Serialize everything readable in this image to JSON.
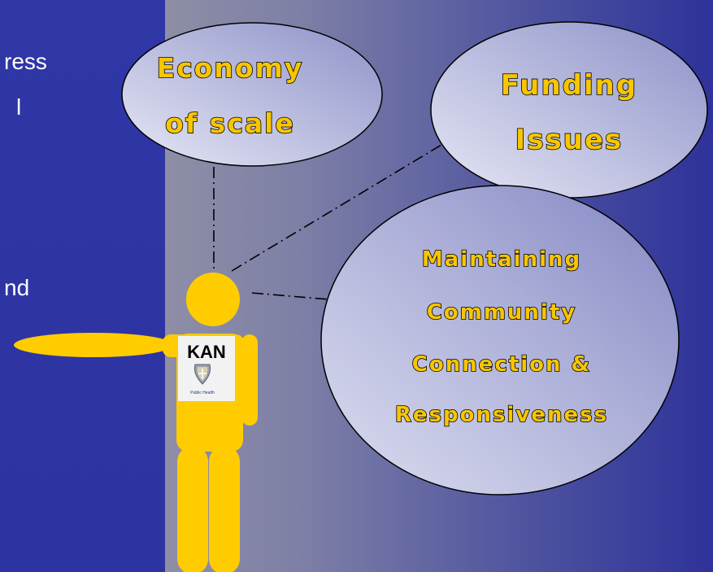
{
  "left_text_fragments": [
    "ress",
    "l",
    "nd"
  ],
  "bubbles": {
    "economy": {
      "lines": [
        "Economy",
        "of scale"
      ]
    },
    "funding": {
      "lines": [
        "Funding",
        "Issues"
      ]
    },
    "maintaining": {
      "lines": [
        "Maintaining",
        "Community",
        "Connection &",
        "Responsiveness"
      ]
    }
  },
  "figure": {
    "shirt_label": "KAN",
    "badge_text": "Public Health"
  },
  "colors": {
    "figure": "#ffcc00",
    "bubble_fill": "#c4c6e6",
    "bubble_text": "#f7c600",
    "background_left": "#2f36a6"
  }
}
